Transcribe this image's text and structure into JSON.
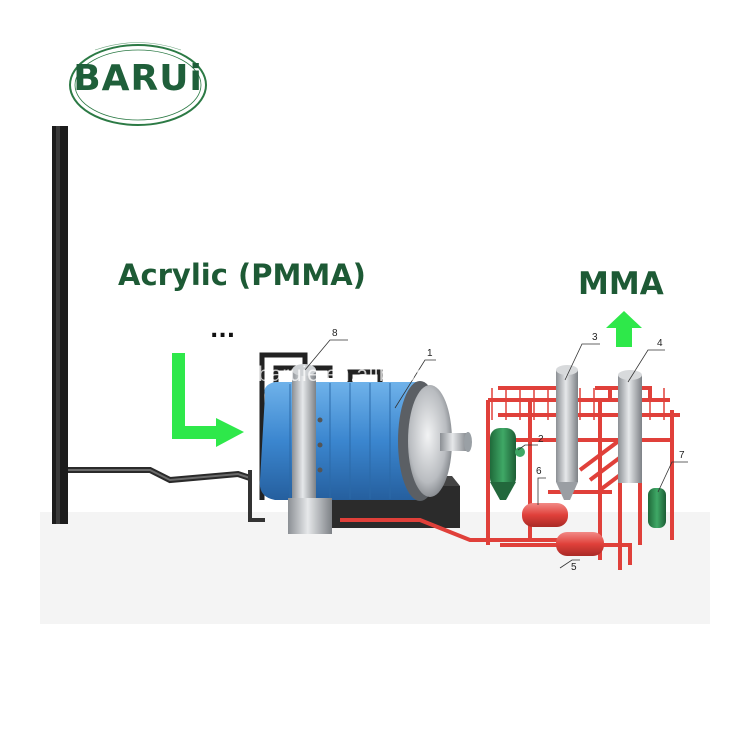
{
  "logo": {
    "brand_text": "BARUi"
  },
  "title": "Acrylic (PMMA)",
  "output_label": "MMA",
  "ellipsis": "...",
  "watermark": "baruie.en.alibaba.com",
  "callouts": [
    "1",
    "2",
    "3",
    "4",
    "5",
    "6",
    "7",
    "8"
  ],
  "colors": {
    "brand_green": "#1f5f3a",
    "arrow_green": "#2ee84a",
    "reactor_blue": "#3b86cf",
    "frame_red": "#e0403a",
    "vessel_green": "#2d8b4e"
  }
}
